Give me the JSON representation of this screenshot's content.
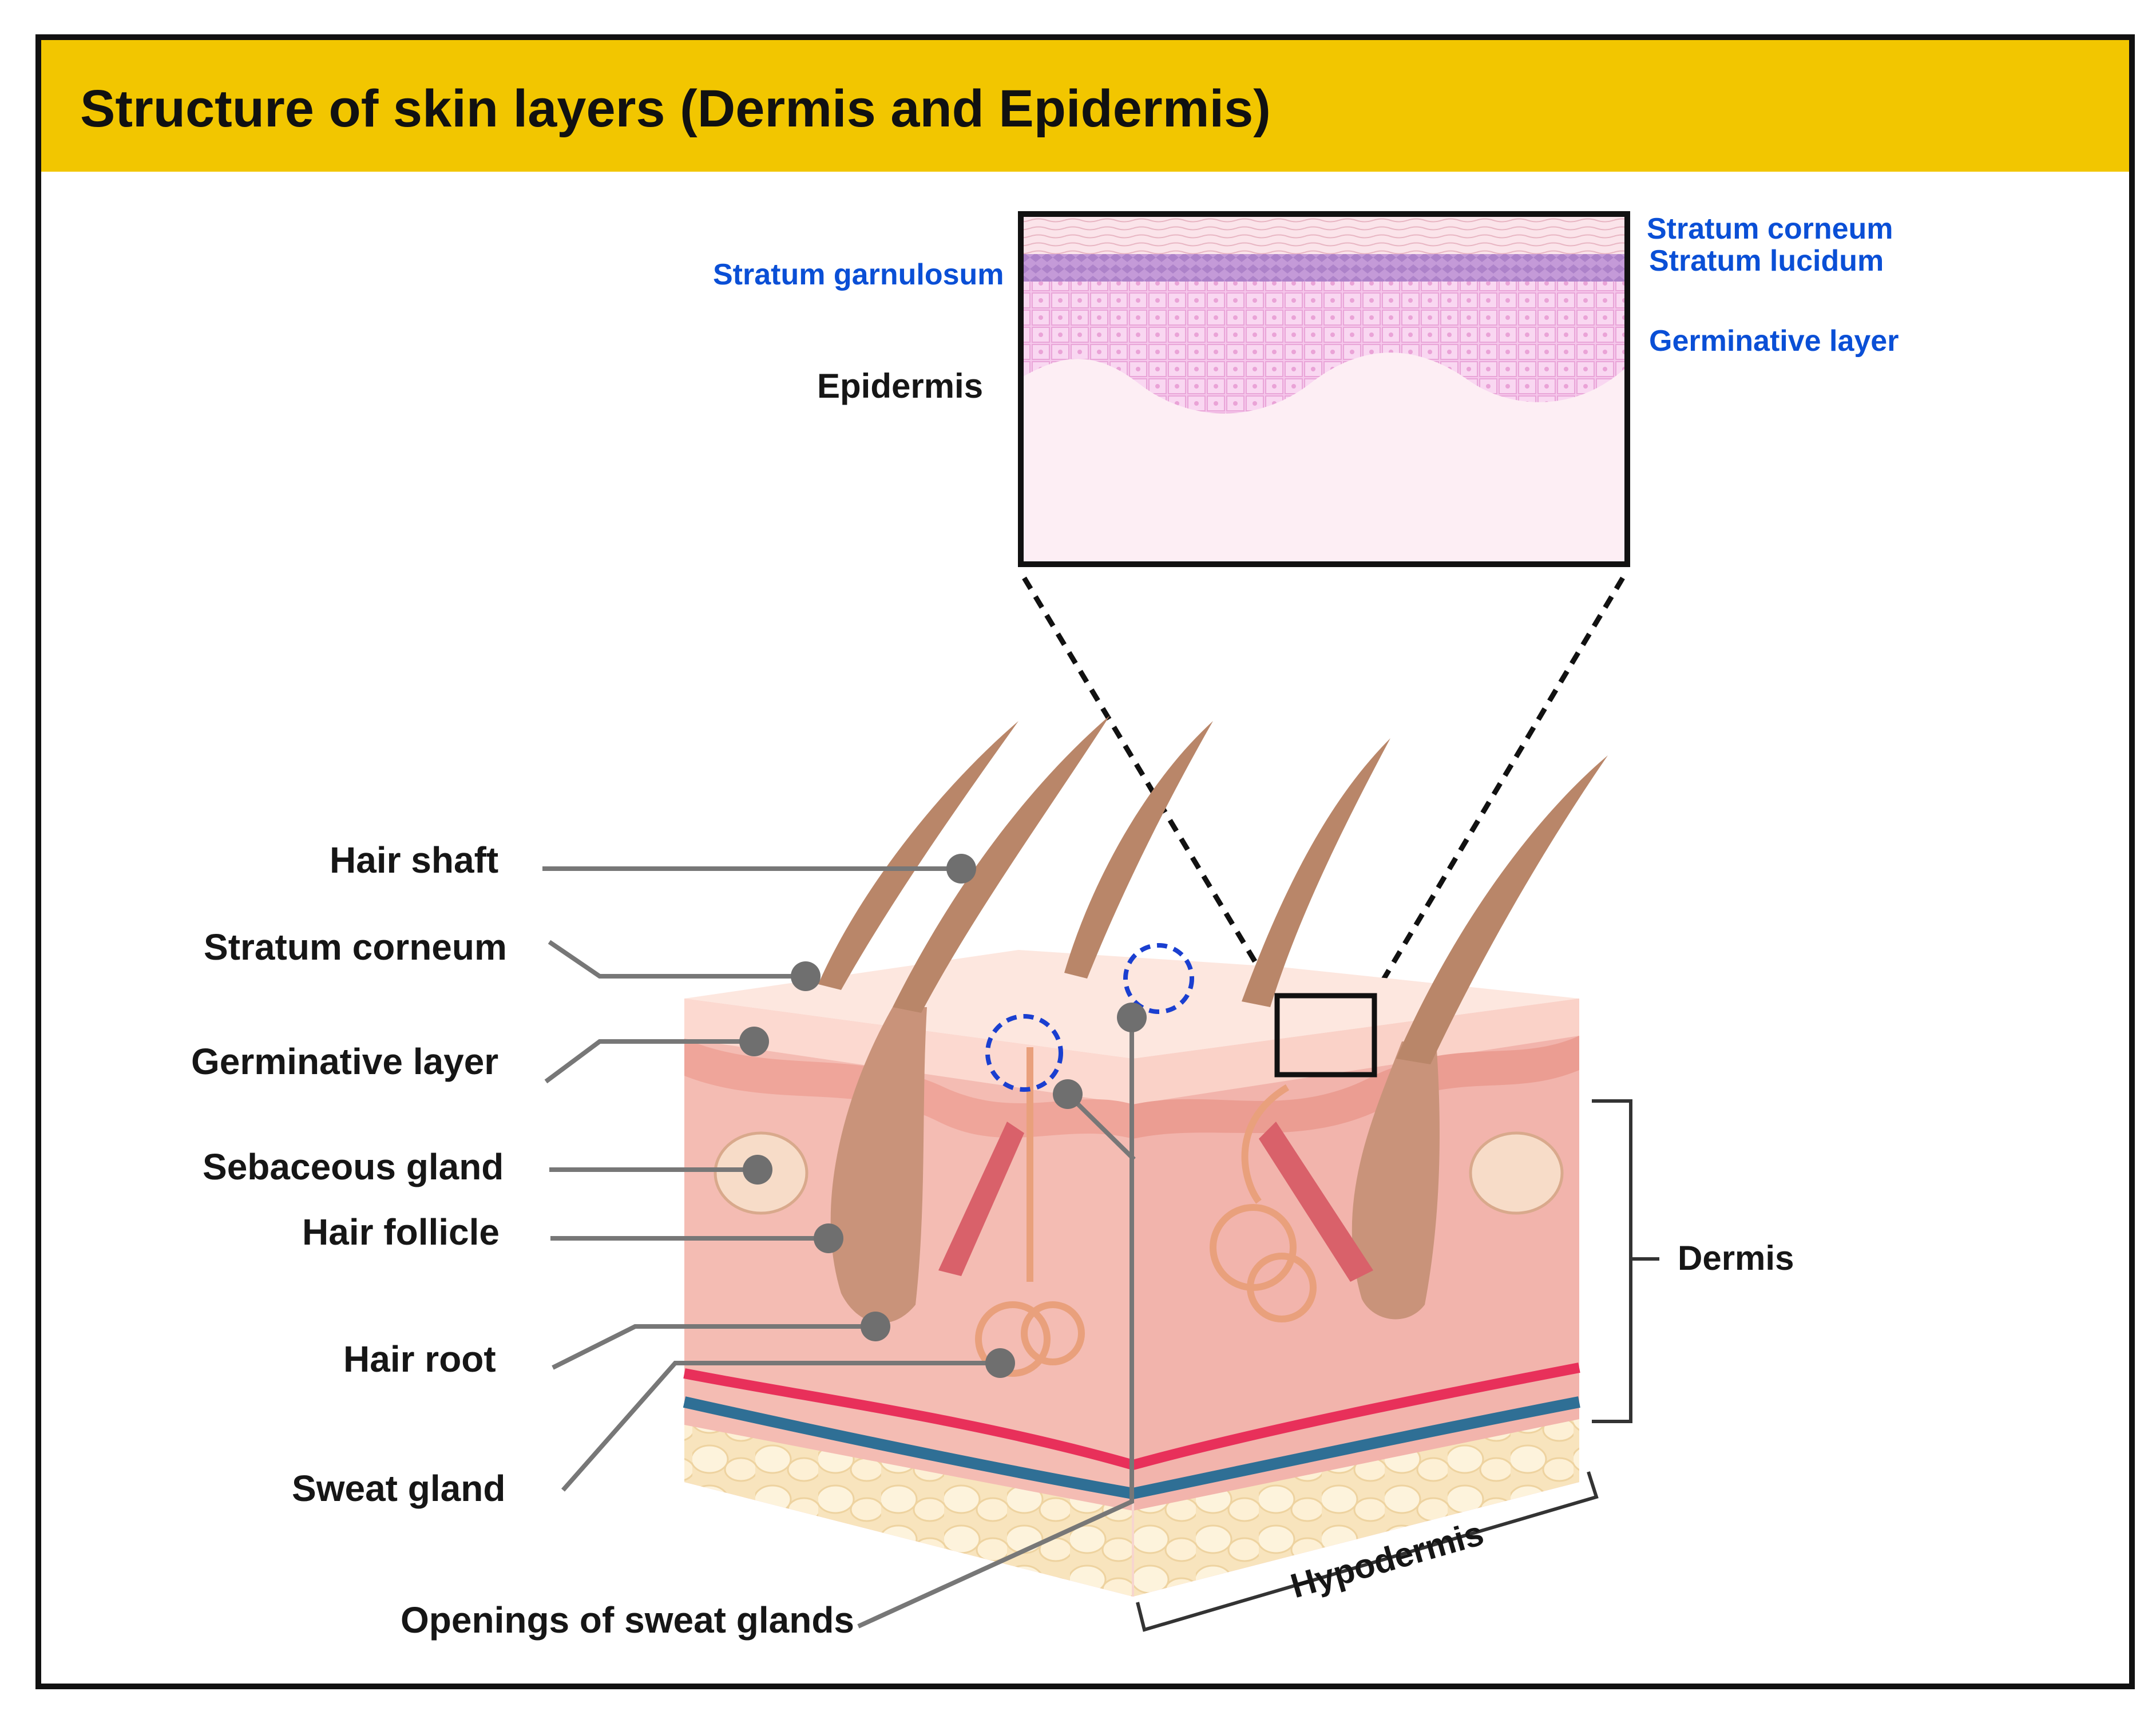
{
  "title": "Structure of skin layers (Dermis and Epidermis)",
  "colors": {
    "header_bg": "#f2c600",
    "label_blue": "#0a4fd6",
    "label_black": "#161616",
    "leader_gray": "#777777",
    "artery": "#e8305a",
    "vein": "#2f6f95",
    "fat": "#f7e3b8",
    "dermis": "#f2b6ae",
    "epidermis": "#fde4dc"
  },
  "inset": {
    "labels": {
      "stratum_garnulosum": "Stratum garnulosum",
      "epidermis": "Epidermis",
      "stratum_corneum": "Stratum corneum",
      "stratum_lucidum": "Stratum lucidum",
      "germinative_layer": "Germinative layer"
    }
  },
  "left_labels": {
    "hair_shaft": "Hair shaft",
    "stratum_corneum": "Stratum corneum",
    "germinative_layer": "Germinative layer",
    "sebaceous_gland": "Sebaceous gland",
    "hair_follicle": "Hair follicle",
    "hair_root": "Hair root",
    "sweat_gland": "Sweat gland",
    "openings_of_sweat_glands": "Openings of sweat glands"
  },
  "right_labels": {
    "dermis": "Dermis",
    "hypodermis": "Hypodermis"
  }
}
